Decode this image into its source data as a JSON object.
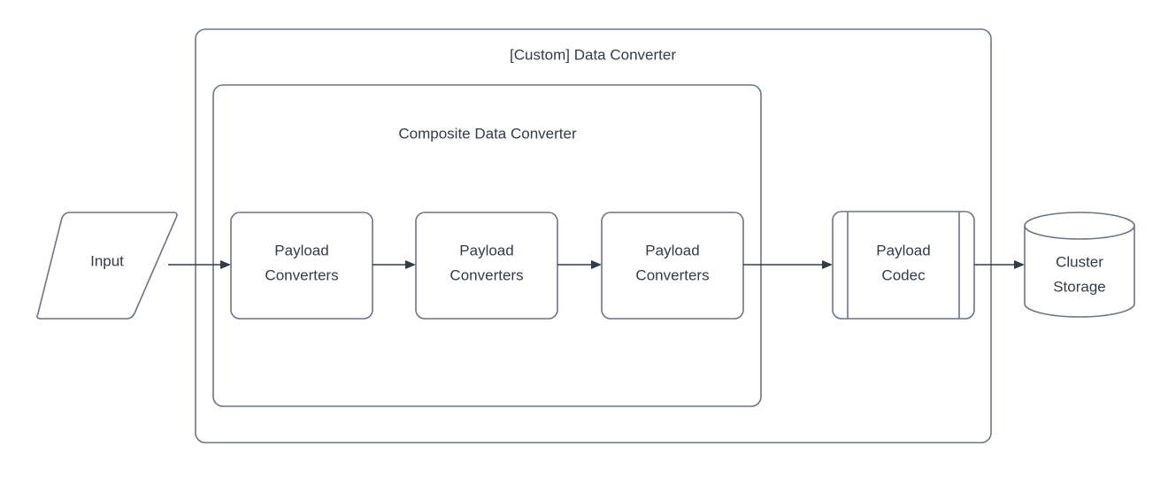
{
  "diagram": {
    "type": "flowchart",
    "background_color": "#ffffff",
    "stroke_color": "#6d7582",
    "text_color": "#333b47",
    "arrow_color": "#333b47",
    "containers": [
      {
        "id": "custom-data-converter",
        "label": "[Custom] Data Converter",
        "shape": "rounded-rectangle"
      },
      {
        "id": "composite-data-converter",
        "label": "Composite Data Converter",
        "shape": "rounded-rectangle"
      }
    ],
    "nodes": [
      {
        "id": "input",
        "label": "Input",
        "shape": "parallelogram"
      },
      {
        "id": "payload-converters-1",
        "label_line_1": "Payload",
        "label_line_2": "Converters",
        "shape": "rounded-rectangle"
      },
      {
        "id": "payload-converters-2",
        "label_line_1": "Payload",
        "label_line_2": "Converters",
        "shape": "rounded-rectangle"
      },
      {
        "id": "payload-converters-3",
        "label_line_1": "Payload",
        "label_line_2": "Converters",
        "shape": "rounded-rectangle"
      },
      {
        "id": "payload-codec",
        "label_line_1": "Payload",
        "label_line_2": "Codec",
        "shape": "predefined-process"
      },
      {
        "id": "cluster-storage",
        "label_line_1": "Cluster",
        "label_line_2": "Storage",
        "shape": "cylinder"
      }
    ],
    "edges": [
      {
        "from": "input",
        "to": "payload-converters-1",
        "arrow": "single"
      },
      {
        "from": "payload-converters-1",
        "to": "payload-converters-2",
        "arrow": "single"
      },
      {
        "from": "payload-converters-2",
        "to": "payload-converters-3",
        "arrow": "single"
      },
      {
        "from": "payload-converters-3",
        "to": "payload-codec",
        "arrow": "single"
      },
      {
        "from": "payload-codec",
        "to": "cluster-storage",
        "arrow": "single"
      }
    ]
  }
}
